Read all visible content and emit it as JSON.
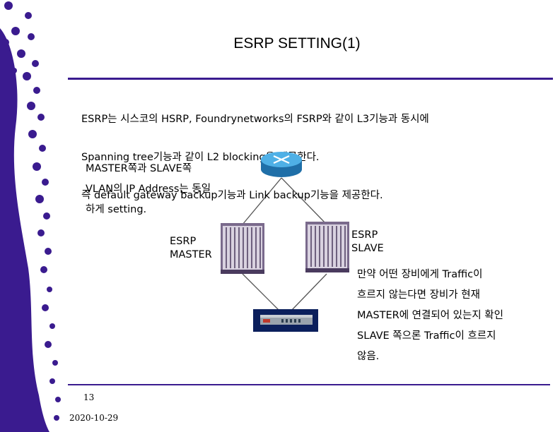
{
  "slide": {
    "title": "ESRP SETTING(1)",
    "intro_lines": [
      "ESRP는 시스코의 HSRP, Foundrynetworks의 FSRP와 같이 L3기능과 동시에",
      "Spanning tree기능과 같이 L2 blocking을 제공한다.",
      "즉 default gateway backup기능과 Link backup기능을 제공한다."
    ],
    "left_note": [
      "MASTER쪽과 SLAVE쪽",
      "VLAN의 IP Address는 동일",
      "하게 setting."
    ],
    "master_label": [
      "ESRP",
      "MASTER"
    ],
    "slave_label": [
      "ESRP",
      "SLAVE"
    ],
    "right_note": [
      "만약 어떤 장비에게 Traffic이",
      "흐르지 않는다면 장비가 현재",
      "MASTER에 연결되어 있는지 확인",
      "SLAVE 쪽으론 Traffic이 흐르지",
      "않음."
    ],
    "page_number": "13",
    "date": "2020-10-29"
  },
  "colors": {
    "accent": "#3a1b8f",
    "router": "#3fa0d8"
  },
  "icons": [
    "router-icon",
    "esrp-master-switch-icon",
    "esrp-slave-switch-icon",
    "edge-switch-icon"
  ]
}
